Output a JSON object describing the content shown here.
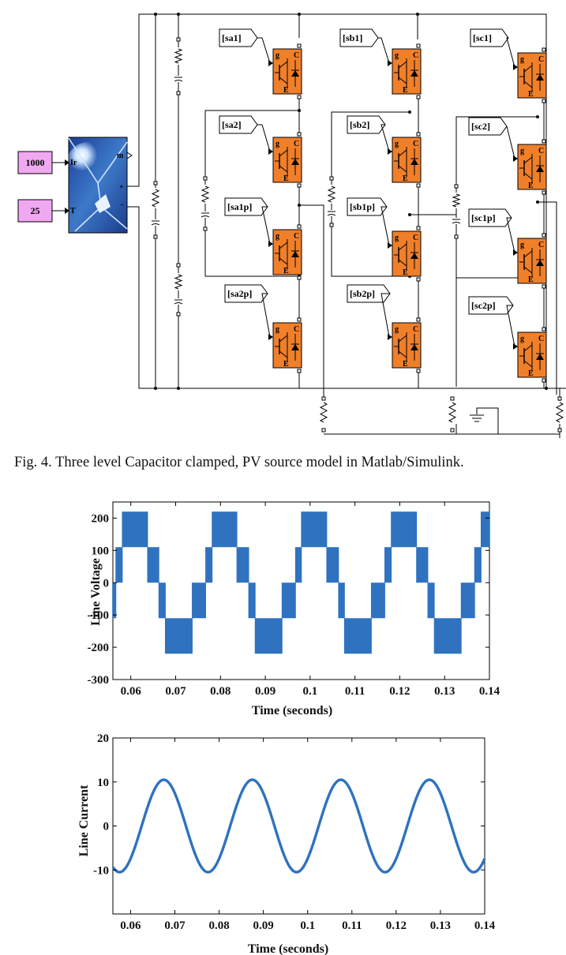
{
  "diagram": {
    "constants": [
      {
        "id": "irr",
        "value": "1000"
      },
      {
        "id": "temp",
        "value": "25"
      }
    ],
    "pv_block": {
      "ports": {
        "irradiance": "Ir",
        "temperature": "T",
        "measure": "m",
        "plus": "+",
        "minus": "-"
      }
    },
    "switch_pins": {
      "gate": "g",
      "collector": "C",
      "emitter": "E"
    },
    "gate_tags": {
      "a": [
        "[sa1]",
        "[sa2]",
        "[sa1p]",
        "[sa2p]"
      ],
      "b": [
        "[sb1]",
        "[sb2]",
        "[sb1p]",
        "[sb2p]"
      ],
      "c": [
        "[sc1]",
        "[sc2]",
        "[sc1p]",
        "[sc2p]"
      ]
    },
    "colors": {
      "switch": "#f07f2a",
      "const_block": "#f0a8f0",
      "trace": "#2f72bf"
    }
  },
  "caption": "Fig. 4. Three level Capacitor clamped, PV source model in Matlab/Simulink.",
  "chart_data": [
    {
      "type": "line",
      "title": "",
      "xlabel": "Time (seconds)",
      "ylabel": "Line Voltage",
      "xlim": [
        0.056,
        0.14
      ],
      "ylim": [
        -300,
        250
      ],
      "xticks": [
        "0.06",
        "0.07",
        "0.08",
        "0.09",
        "0.1",
        "0.11",
        "0.12",
        "0.13",
        "0.14"
      ],
      "yticks": [
        "200",
        "100",
        "0",
        "-100",
        "-200",
        "-300"
      ],
      "period": 0.02,
      "levels": [
        220,
        110,
        0,
        -110,
        -220
      ],
      "note": "three-level PWM line voltage, switching ripple"
    },
    {
      "type": "line",
      "title": "",
      "xlabel": "Time (seconds)",
      "ylabel": "Line Current",
      "xlim": [
        0.056,
        0.14
      ],
      "ylim": [
        -20,
        20
      ],
      "xticks": [
        "0.06",
        "0.07",
        "0.08",
        "0.09",
        "0.1",
        "0.11",
        "0.12",
        "0.13",
        "0.14"
      ],
      "yticks": [
        "20",
        "10",
        "0",
        "-10"
      ],
      "amplitude": 10.5,
      "frequency_hz": 50,
      "peak_time": 0.0675
    }
  ]
}
